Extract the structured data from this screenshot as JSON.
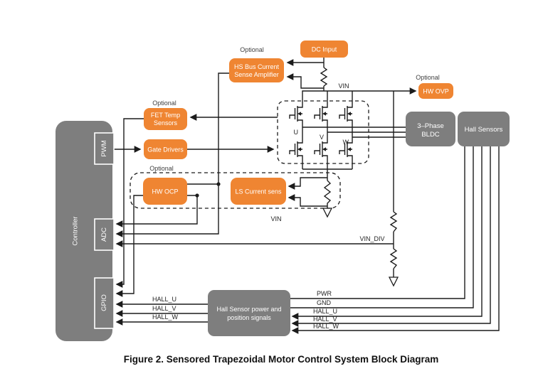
{
  "figure": {
    "caption": "Figure 2. Sensored Trapezoidal Motor Control System Block Diagram"
  },
  "colors": {
    "block_orange": "#EF8532",
    "block_gray": "#7E7E7E",
    "wire_black": "#1c1c1c",
    "text_white": "#ffffff"
  },
  "blocks": {
    "controller": "Controller",
    "pwm": "PWM",
    "adc": "ADC",
    "gpio": "GPIO",
    "dc_input": "DC Input",
    "hs_amp_line1": "HS Bus Current",
    "hs_amp_line2": "Sense Amplifier",
    "hw_ovp": "HW OVP",
    "fet_temp_line1": "FET Temp",
    "fet_temp_line2": "Sensors",
    "gate_drivers": "Gate Drivers",
    "hw_ocp": "HW OCP",
    "ls_current": "LS Current sens",
    "bldc_line1": "3–Phase",
    "bldc_line2": "BLDC",
    "hall_sensors": "Hall Sensors",
    "hall_power_line1": "Hall Sensor power and",
    "hall_power_line2": "position signals"
  },
  "labels": {
    "optional": "Optional",
    "vin": "VIN",
    "vin_div": "VIN_DIV",
    "u": "U",
    "v": "V",
    "w": "W",
    "hall_u": "HALL_U",
    "hall_v": "HALL_V",
    "hall_w": "HALL_W",
    "pwr": "PWR",
    "gnd": "GND"
  }
}
